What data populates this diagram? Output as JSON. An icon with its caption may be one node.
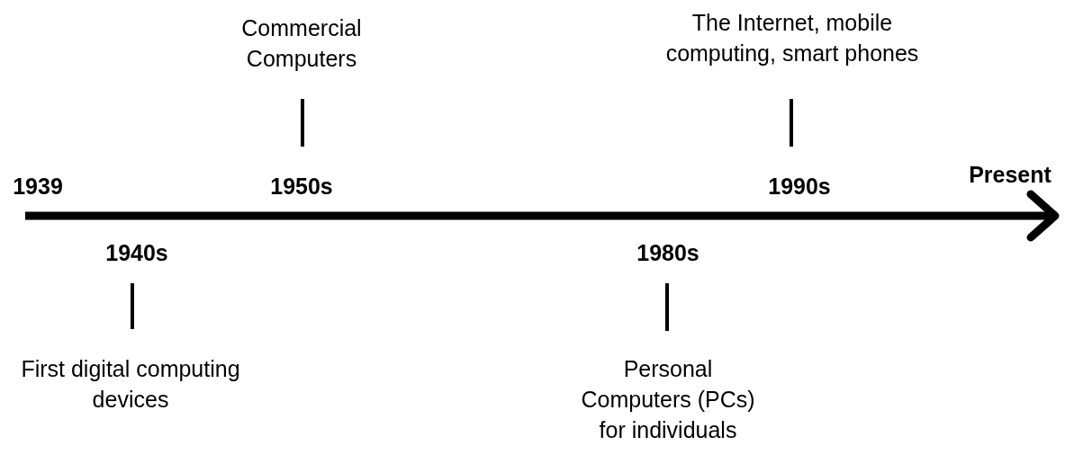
{
  "diagram": {
    "labels": [
      "Commercial Computers",
      "The Internet, mobile computing, smart phones",
      "1939",
      "1950s",
      "1990s",
      "Present",
      "1940s",
      "1980s",
      "First digital computing devices",
      "Personal Computers (PCs) for individuals"
    ]
  }
}
